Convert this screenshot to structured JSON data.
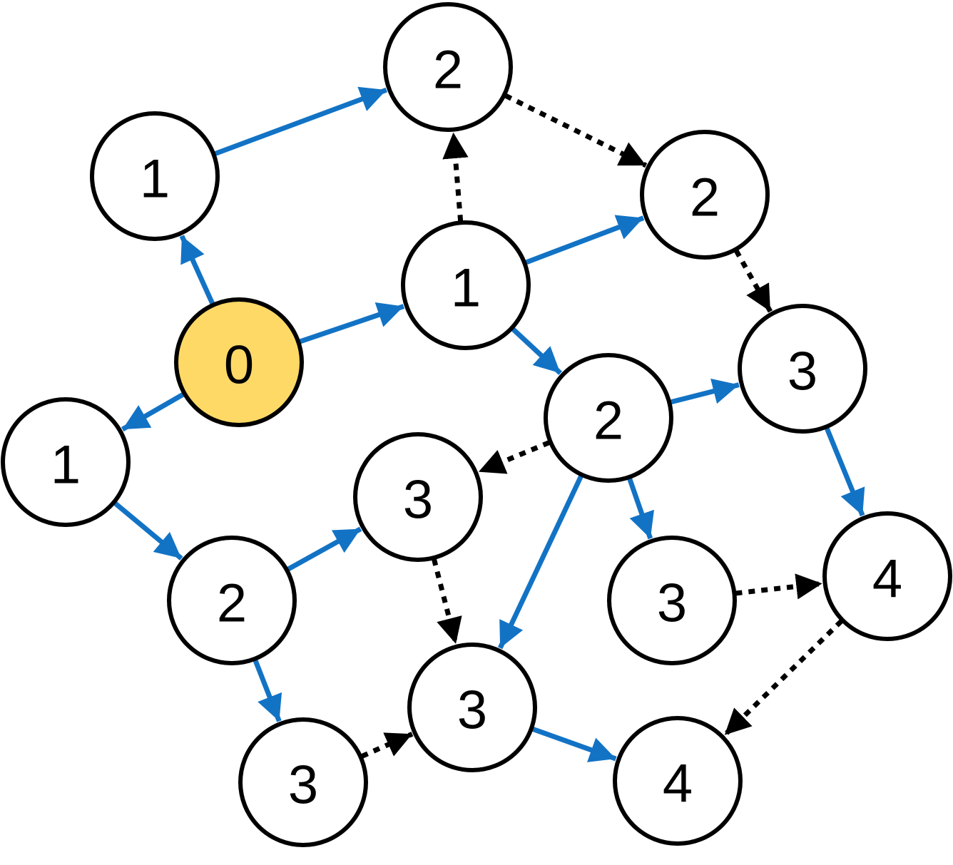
{
  "colors": {
    "background": "#ffffff",
    "node_fill": "#ffffff",
    "source_fill": "#ffd966",
    "node_stroke": "#000000",
    "solid_edge": "#1273c5",
    "dotted_edge": "#000000"
  },
  "nodes": [
    {
      "id": "n0",
      "label": "0",
      "source": true
    },
    {
      "id": "n1a",
      "label": "1"
    },
    {
      "id": "n1b",
      "label": "1"
    },
    {
      "id": "n1c",
      "label": "1"
    },
    {
      "id": "n2a",
      "label": "2"
    },
    {
      "id": "n2b",
      "label": "2"
    },
    {
      "id": "n2c",
      "label": "2"
    },
    {
      "id": "n2d",
      "label": "2"
    },
    {
      "id": "n3a",
      "label": "3"
    },
    {
      "id": "n3b",
      "label": "3"
    },
    {
      "id": "n3c",
      "label": "3"
    },
    {
      "id": "n3d",
      "label": "3"
    },
    {
      "id": "n3e",
      "label": "3"
    },
    {
      "id": "n4a",
      "label": "4"
    },
    {
      "id": "n4b",
      "label": "4"
    }
  ],
  "edges": [
    {
      "from": "n0",
      "to": "n1a",
      "style": "solid"
    },
    {
      "from": "n0",
      "to": "n1b",
      "style": "solid"
    },
    {
      "from": "n0",
      "to": "n1c",
      "style": "solid"
    },
    {
      "from": "n1a",
      "to": "n2a",
      "style": "solid"
    },
    {
      "from": "n1b",
      "to": "n2b",
      "style": "solid"
    },
    {
      "from": "n1b",
      "to": "n2c",
      "style": "solid"
    },
    {
      "from": "n1c",
      "to": "n2d",
      "style": "solid"
    },
    {
      "from": "n2c",
      "to": "n3a",
      "style": "solid"
    },
    {
      "from": "n2c",
      "to": "n3d",
      "style": "solid"
    },
    {
      "from": "n2c",
      "to": "n3c",
      "style": "solid"
    },
    {
      "from": "n3a",
      "to": "n4a",
      "style": "solid"
    },
    {
      "from": "n2d",
      "to": "n3b",
      "style": "solid"
    },
    {
      "from": "n2d",
      "to": "n3e",
      "style": "solid"
    },
    {
      "from": "n3c",
      "to": "n4b",
      "style": "solid"
    },
    {
      "from": "n1b",
      "to": "n2a",
      "style": "dotted"
    },
    {
      "from": "n2a",
      "to": "n2b",
      "style": "dotted"
    },
    {
      "from": "n2b",
      "to": "n3a",
      "style": "dotted"
    },
    {
      "from": "n2c",
      "to": "n3b",
      "style": "dotted"
    },
    {
      "from": "n3b",
      "to": "n3c",
      "style": "dotted"
    },
    {
      "from": "n3d",
      "to": "n4a",
      "style": "dotted"
    },
    {
      "from": "n3e",
      "to": "n3c",
      "style": "dotted"
    },
    {
      "from": "n4a",
      "to": "n4b",
      "style": "dotted"
    }
  ]
}
